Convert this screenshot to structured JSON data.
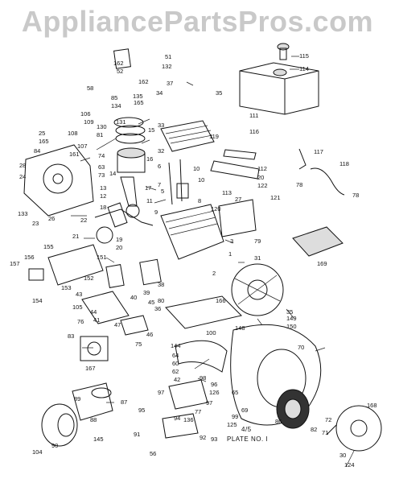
{
  "site": {
    "title": "AppliancePartsPros.com"
  },
  "plate": {
    "caption": "PLATE NO. I",
    "fraction": "4/5"
  },
  "callouts": {
    "c51": "51",
    "c132": "132",
    "c162a": "162",
    "c52": "52",
    "c58": "58",
    "c162b": "162",
    "c115": "115",
    "c114": "114",
    "c37": "37",
    "c85": "85",
    "c135": "135",
    "c134": "134",
    "c165a": "165",
    "c34": "34",
    "c35": "35",
    "c111": "111",
    "c106": "106",
    "c109": "109",
    "c108": "108",
    "c130": "130",
    "c81": "81",
    "c131": "131",
    "c15": "15",
    "c33": "33",
    "c119": "119",
    "c116": "116",
    "c25": "25",
    "c165b": "165",
    "c107": "107",
    "c161": "161",
    "c84": "84",
    "c74": "74",
    "c63": "63",
    "c73": "73",
    "c28": "28",
    "c24": "24",
    "c14": "14",
    "c16": "16",
    "c32": "32",
    "c117": "117",
    "c118": "118",
    "c112": "112",
    "c20a": "20",
    "c122": "122",
    "c78a": "78",
    "c78b": "78",
    "c6": "6",
    "c10a": "10",
    "c17": "17",
    "c13": "13",
    "c12": "12",
    "c7": "7",
    "c10b": "10",
    "c18": "18",
    "c5": "5",
    "c8": "8",
    "c11": "11",
    "c133": "133",
    "c23": "23",
    "c26": "26",
    "c113": "113",
    "c27": "27",
    "c121": "121",
    "c120": "120",
    "c22": "22",
    "c9": "9",
    "c21": "21",
    "c19": "19",
    "c20b": "20",
    "c155": "155",
    "c156": "156",
    "c157": "157",
    "c151": "151",
    "c3": "3",
    "c79": "79",
    "c169": "169",
    "c31": "31",
    "c1": "1",
    "c152": "152",
    "c153": "153",
    "c154": "154",
    "c43": "43",
    "c39": "39",
    "c38": "38",
    "c2": "2",
    "c166": "166",
    "c105": "105",
    "c44": "44",
    "c76": "76",
    "c41": "41",
    "c45": "45",
    "c40": "40",
    "c80": "80",
    "c36": "36",
    "c47": "47",
    "c46": "46",
    "c35b": "35",
    "c148": "148",
    "c149": "149",
    "c150": "150",
    "c100": "100",
    "c75": "75",
    "c144": "144",
    "c83": "83",
    "c70": "70",
    "c64": "64",
    "c60": "60",
    "c62": "62",
    "c42": "42",
    "c98": "98",
    "c167": "167",
    "c96": "96",
    "c126": "126",
    "c65": "65",
    "c69": "69",
    "c89": "89",
    "c87": "87",
    "c97a": "97",
    "c97b": "97",
    "c99": "99",
    "c88": "88",
    "c77": "77",
    "c95": "95",
    "c136": "136",
    "c94": "94",
    "c125": "125",
    "c86": "86",
    "c82": "82",
    "c71": "71",
    "c72": "72",
    "c168": "168",
    "c91": "91",
    "c93": "93",
    "c92": "92",
    "c104": "104",
    "c90": "90",
    "c145": "145",
    "c56": "56",
    "c30": "30",
    "c124": "124"
  }
}
